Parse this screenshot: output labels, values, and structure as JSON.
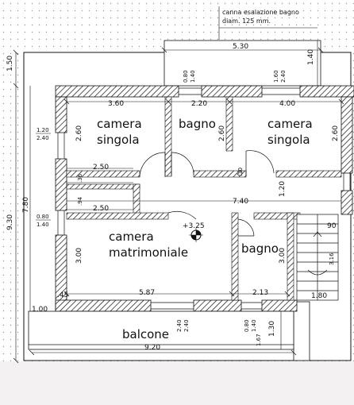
{
  "annotations": {
    "chimney_line1": "canna esalazione bagno",
    "chimney_line2": "diam. 125 mm.",
    "level_mark": "+3.25"
  },
  "rooms": {
    "camera_singola_left_1": "camera",
    "camera_singola_left_2": "singola",
    "bagno_top": "bagno",
    "camera_singola_right_1": "camera",
    "camera_singola_right_2": "singola",
    "camera_matrimoniale_1": "camera",
    "camera_matrimoniale_2": "matrimoniale",
    "bagno_bottom": "bagno",
    "balcone": "balcone"
  },
  "dimensions": {
    "top_overall": "5.30",
    "left_top": "1.50",
    "left_total": "9.30",
    "left_inner": "7.80",
    "right_top": "1.40",
    "window_top_a_h": "0.80",
    "window_top_a_w": "1.40",
    "window_top_b_h": "1.60",
    "window_top_b_w": "2.40",
    "width_cs_left": "3.60",
    "width_bagno": "2.20",
    "width_cs_right": "4.00",
    "height_cs_left": "2.60",
    "height_bagno": "2.60",
    "height_cs_right": "2.60",
    "window_left_a_h": "1.20",
    "window_left_a_w": "2.40",
    "window_left_b_h": "0.80",
    "window_left_b_w": "1.40",
    "corr_w1": "2.50",
    "corr_h1": ".36",
    "corr_h2": ".94",
    "corr_w2": "2.50",
    "corr_small": ".30",
    "corr_length": "7.40",
    "corr_h3": "1.20",
    "stair_90": "90",
    "stair_316": "3.16",
    "height_cm": "3.00",
    "width_cm": "5.87",
    "height_bagno_b": "3.00",
    "width_bagno_b": "2.13",
    "stair_bottom": "1.80",
    "left_bottom": "1.00",
    "corner_45": ".45",
    "balc_win_h": "2.40",
    "balc_win_w": "2.40",
    "balc_win2_h": "0.80",
    "balc_win2_w": "1.40",
    "balc_h": "1.30",
    "balc_extra": "1.67",
    "balcone_width": "9.20"
  }
}
